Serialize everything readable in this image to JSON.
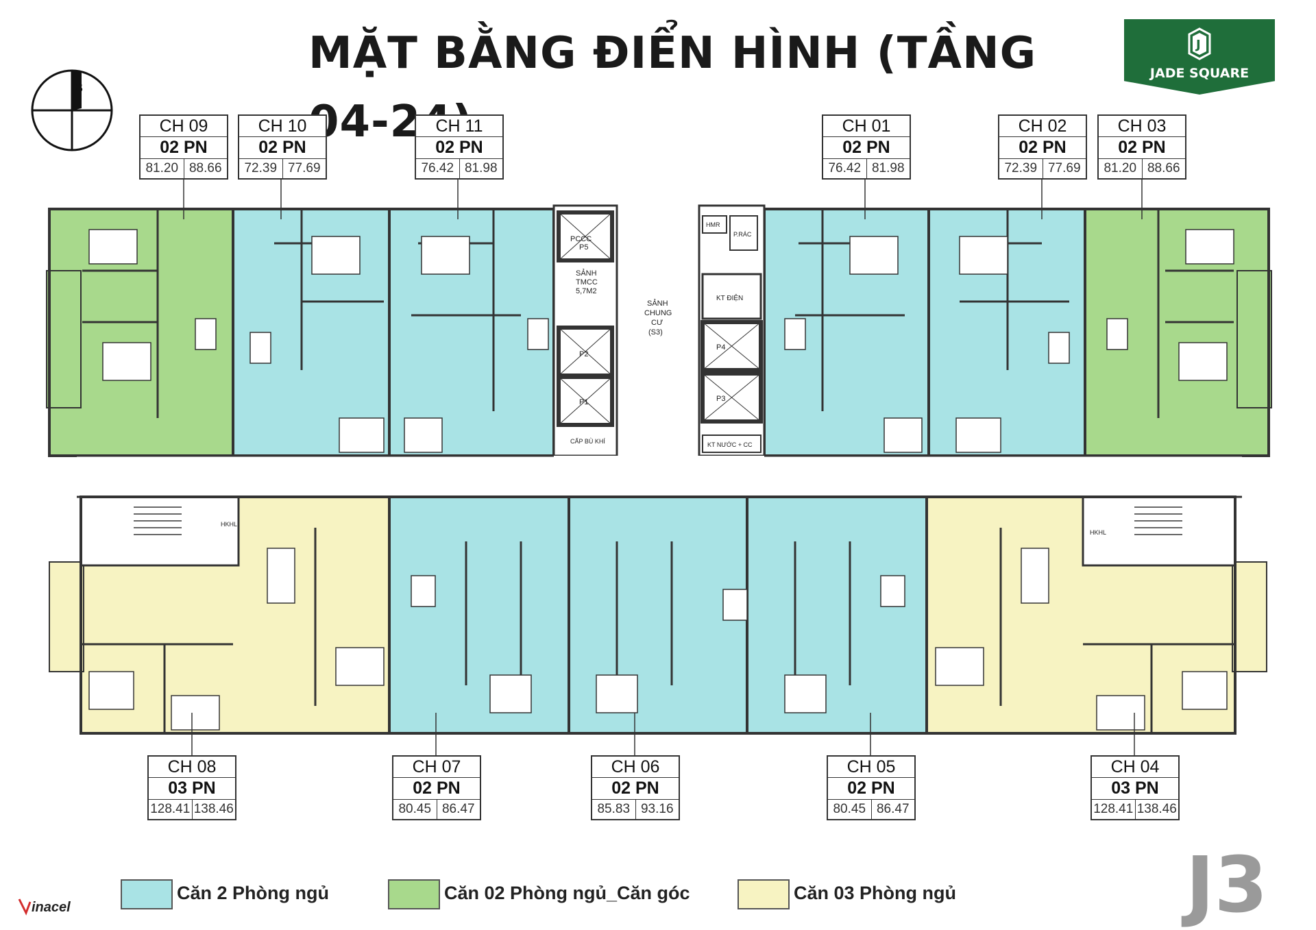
{
  "title": "MẶT BẰNG ĐIỂN HÌNH (TẦNG 04-24)",
  "compass_letter": "B",
  "logo": {
    "text": "JADE SQUARE",
    "mark": "J",
    "color": "#1f6e3a"
  },
  "units_top": [
    {
      "code": "CH 09",
      "type": "02 PN",
      "area_a": "81.20",
      "area_b": "88.66",
      "category": "corner"
    },
    {
      "code": "CH 10",
      "type": "02 PN",
      "area_a": "72.39",
      "area_b": "77.69",
      "category": "two"
    },
    {
      "code": "CH 11",
      "type": "02 PN",
      "area_a": "76.42",
      "area_b": "81.98",
      "category": "two"
    },
    {
      "code": "CH 01",
      "type": "02 PN",
      "area_a": "76.42",
      "area_b": "81.98",
      "category": "two"
    },
    {
      "code": "CH 02",
      "type": "02 PN",
      "area_a": "72.39",
      "area_b": "77.69",
      "category": "two"
    },
    {
      "code": "CH 03",
      "type": "02 PN",
      "area_a": "81.20",
      "area_b": "88.66",
      "category": "corner"
    }
  ],
  "units_bottom": [
    {
      "code": "CH 08",
      "type": "03 PN",
      "area_a": "128.41",
      "area_b": "138.46",
      "category": "three"
    },
    {
      "code": "CH 07",
      "type": "02 PN",
      "area_a": "80.45",
      "area_b": "86.47",
      "category": "two"
    },
    {
      "code": "CH 06",
      "type": "02 PN",
      "area_a": "85.83",
      "area_b": "93.16",
      "category": "two"
    },
    {
      "code": "CH 05",
      "type": "02 PN",
      "area_a": "80.45",
      "area_b": "86.47",
      "category": "two"
    },
    {
      "code": "CH 04",
      "type": "03 PN",
      "area_a": "128.41",
      "area_b": "138.46",
      "category": "three"
    }
  ],
  "core_labels": {
    "pcsc": "PCCC",
    "p5": "P5",
    "lobby_small": "SẢNH",
    "lobby_small_2": "TMCC",
    "lobby_small_3": "5,7M2",
    "lobby_main": "SẢNH",
    "lobby_main_2": "CHUNG",
    "lobby_main_3": "CƯ",
    "lobby_main_4": "(S3)",
    "p1": "P1",
    "p2": "P2",
    "p3": "P3",
    "p4": "P4",
    "hmr": "HMR",
    "trash": "P.RÁC",
    "electric": "KT ĐIỆN",
    "water": "KT NƯỚC + CC",
    "shaft_left": "CẤP BÙ KHÍ",
    "hkhl_left": "HKHL",
    "hkhl_right": "HKHL"
  },
  "legend": [
    {
      "label": "Căn 2 Phòng ngủ",
      "color": "#a9e3e5"
    },
    {
      "label": "Căn 02 Phòng ngủ_Căn góc",
      "color": "#a8d98c"
    },
    {
      "label": "Căn 03 Phòng ngủ",
      "color": "#f7f3c2"
    }
  ],
  "block_id": "J3",
  "brand": "inacel"
}
